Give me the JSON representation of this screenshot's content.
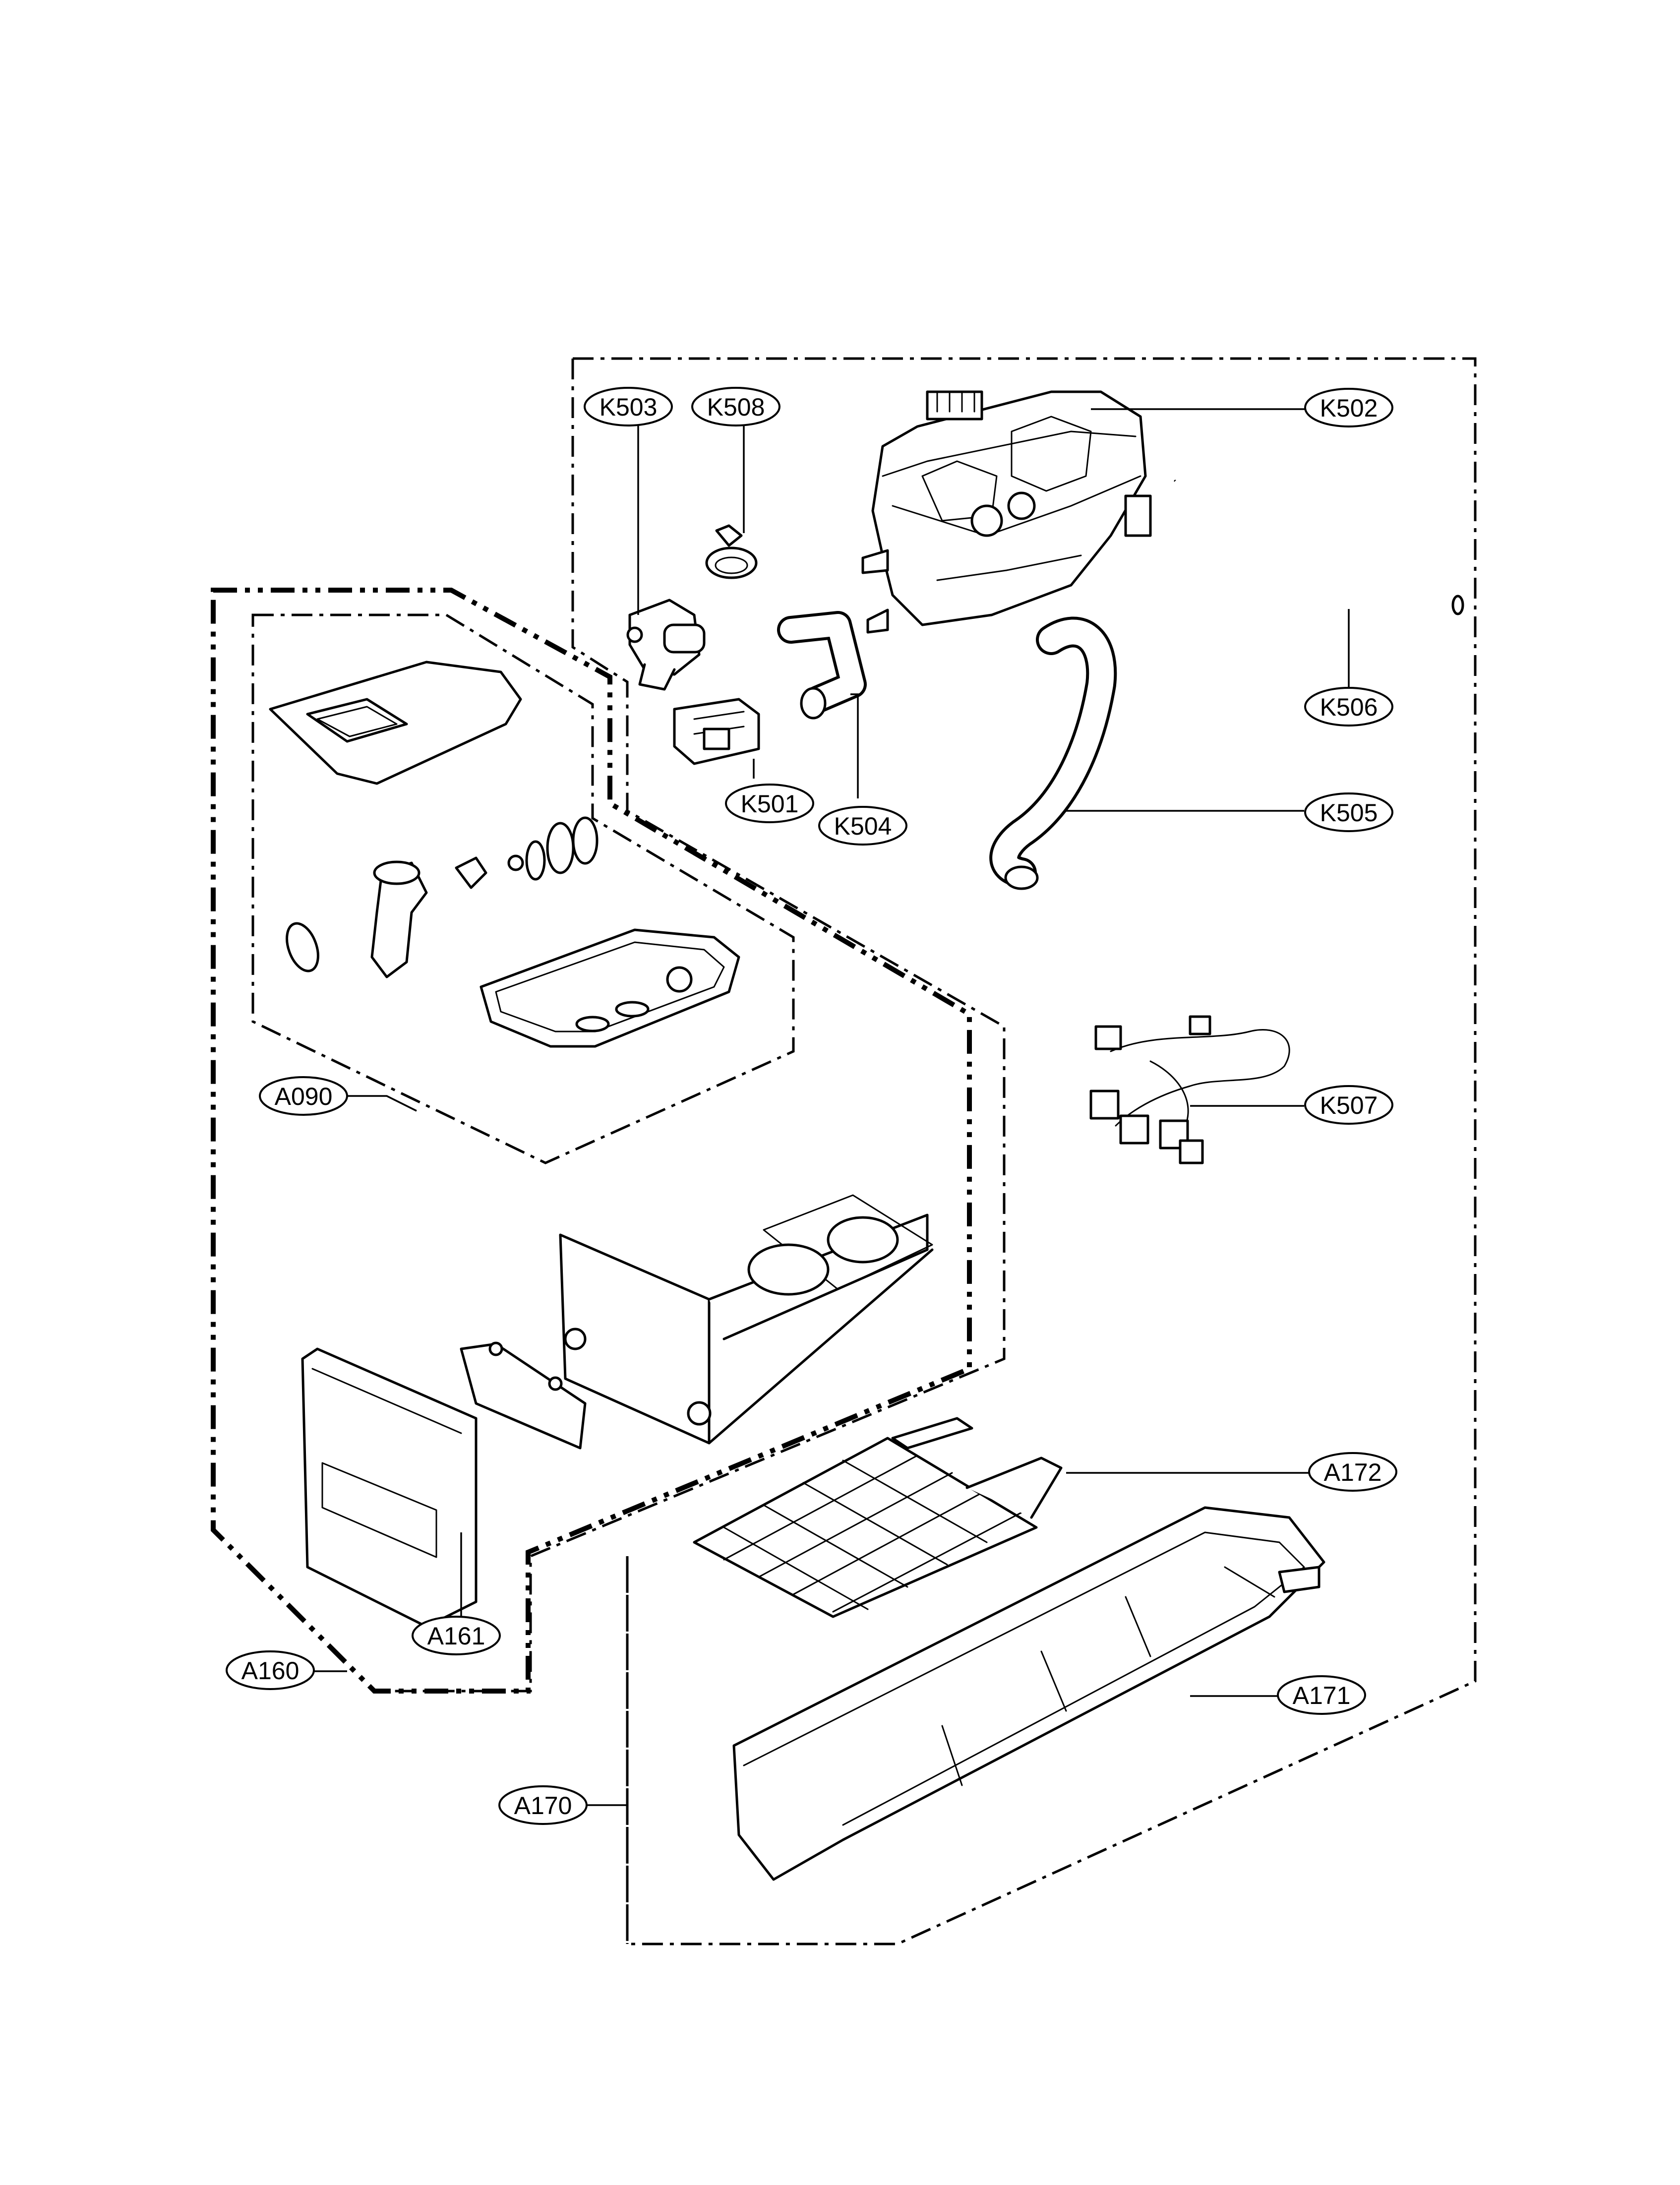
{
  "diagram": {
    "callouts": [
      {
        "id": "K503",
        "text": "K503"
      },
      {
        "id": "K508",
        "text": "K508"
      },
      {
        "id": "K502",
        "text": "K502"
      },
      {
        "id": "K506",
        "text": "K506"
      },
      {
        "id": "K501",
        "text": "K501"
      },
      {
        "id": "K504",
        "text": "K504"
      },
      {
        "id": "K505",
        "text": "K505"
      },
      {
        "id": "K507",
        "text": "K507"
      },
      {
        "id": "A090",
        "text": "A090"
      },
      {
        "id": "A172",
        "text": "A172"
      },
      {
        "id": "A171",
        "text": "A171"
      },
      {
        "id": "A161",
        "text": "A161"
      },
      {
        "id": "A160",
        "text": "A160"
      },
      {
        "id": "A170",
        "text": "A170"
      }
    ]
  }
}
